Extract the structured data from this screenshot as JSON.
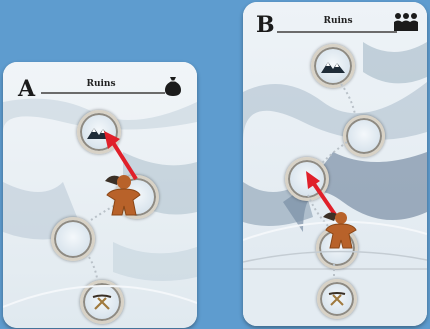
{
  "panel_a": {
    "letter": "A",
    "title": "Ruins",
    "cost_icon": "sack-icon",
    "location_icon": "mountain-peaks-icon",
    "bottom_icon": "crossed-pickaxes-icon",
    "figure_icon": "miner-meeple-icon"
  },
  "panel_b": {
    "letter": "B",
    "title": "Ruins",
    "cost_icon": "three-people-icon",
    "location_icon": "mountain-peaks-icon",
    "bottom_icon": "crossed-pickaxes-icon",
    "figure_icon": "miner-meeple-icon"
  },
  "colors": {
    "background": "#5e9ccf",
    "arrow": "#e0202a",
    "meeple": "#b8622a"
  }
}
